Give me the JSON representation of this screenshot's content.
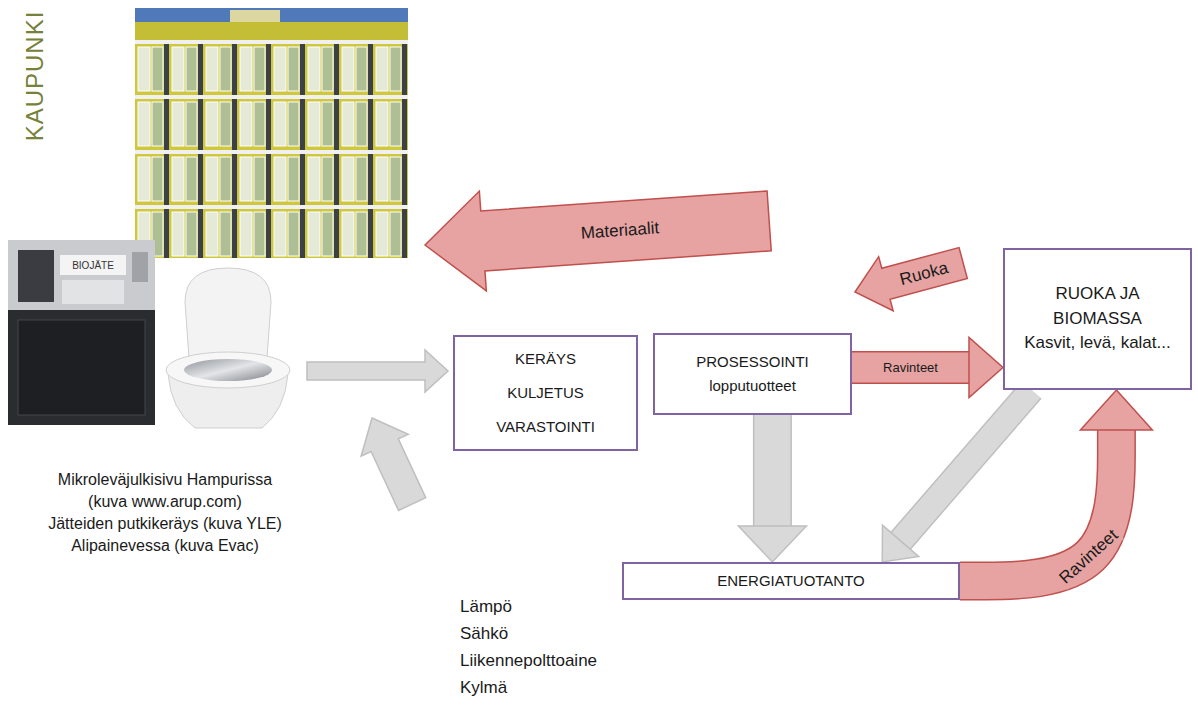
{
  "diagram": {
    "nodes": [
      {
        "text": [
          "KERÄYS KULJETUS VARASTOINTI"
        ]
      },
      {
        "text": [
          "PROSESSOINTI",
          "lopputuotteet"
        ]
      },
      {
        "text": [
          "RUOKA JA BIOMASSA",
          "Kasvit, levä, kalat..."
        ]
      },
      {
        "text": [
          "ENERGIATUOTANTO"
        ]
      }
    ],
    "edges": [
      {
        "from": 1,
        "to": 2,
        "arrow": "to",
        "label": "Ravinteet"
      },
      {
        "from": 1,
        "to": 3,
        "arrow": "to"
      },
      {
        "from": 2,
        "to": 3,
        "arrow": "to"
      },
      {
        "from": 3,
        "to": 2,
        "arrow": "to",
        "label": "Ravinteet"
      }
    ],
    "labels": [
      "KAUPUNKI",
      "BIOJÄTE",
      "Materiaalit",
      "Ruoka",
      "Mikroleväjulkisivu Hampurissa (kuva www.arup.com)",
      "Jätteiden putkikeräys (kuva YLE)",
      "Alipainevessa (kuva Evac)",
      "Lämpö",
      "Sähkö",
      "Liikennepolttoaine",
      "Kylmä"
    ]
  }
}
